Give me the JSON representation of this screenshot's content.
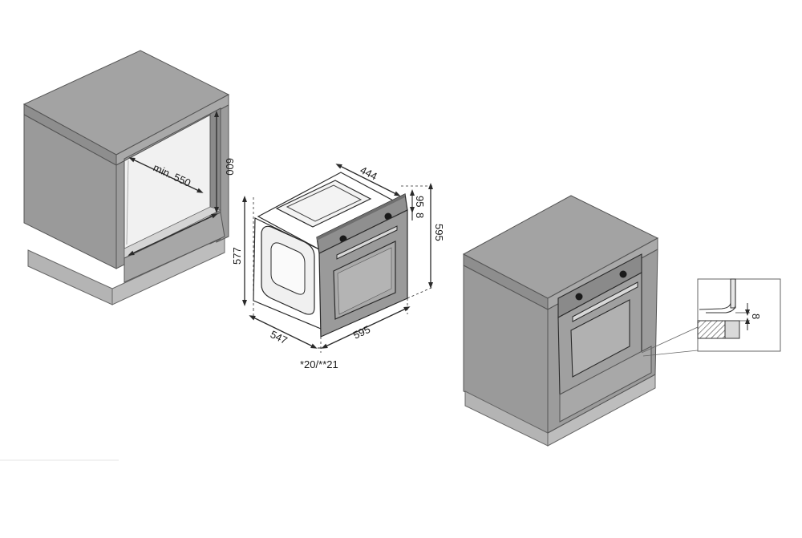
{
  "diagram": {
    "cabinet_depth_label": "min. 550",
    "cabinet_height_label": "600",
    "oven_top_depth_label": "444",
    "oven_panel_height_label": "95",
    "oven_panel_gap_label": "8",
    "oven_total_height_label": "595",
    "oven_body_height_label": "577",
    "oven_depth_label": "547",
    "oven_width_label": "595",
    "oven_offset_label": "*20/**21",
    "detail_gap_label": "8"
  },
  "colors": {
    "top_face": "#a3a3a3",
    "front_face": "#9a9a9a",
    "side_face": "#8c8c8c",
    "plinth": "#b3b3b3",
    "oven_panel": "#8f8f8f",
    "oven_window": "#a6a6a6",
    "line": "#2a2a2a"
  }
}
